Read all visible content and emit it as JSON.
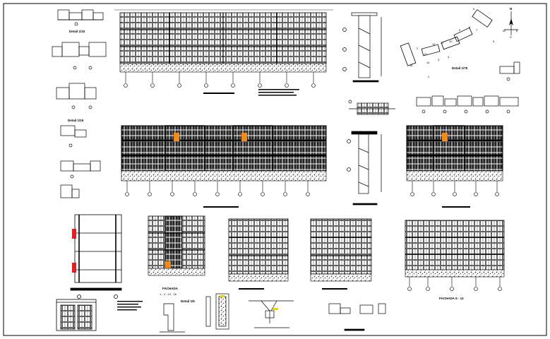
{
  "drawing": {
    "north_label": "N",
    "compass_w": "W",
    "compass_e": "E",
    "compass_s": "S",
    "key_plan_numbers": [
      "16",
      "14",
      "13",
      "12",
      "11",
      "10",
      "9",
      "8",
      "7",
      "6",
      "5",
      "4",
      "3",
      "2",
      "1"
    ],
    "detail_titles": [
      "Detail 1/10",
      "Detail 1/15",
      "Detail 1/10"
    ],
    "site_plan_title": "Detail 1/75",
    "facade_title_1": "FACHADA",
    "facade_subtitle_1": "1 - 4 - 10 - 16",
    "facade_title_2": "FACHADA 6 - 12",
    "detail_title_small": "Detail 1/5"
  },
  "colors": {
    "line": "#000000",
    "accent_orange": "#f08a1c",
    "accent_red": "#e02020",
    "accent_yellow": "#f0d000",
    "hatch": "#555555"
  }
}
